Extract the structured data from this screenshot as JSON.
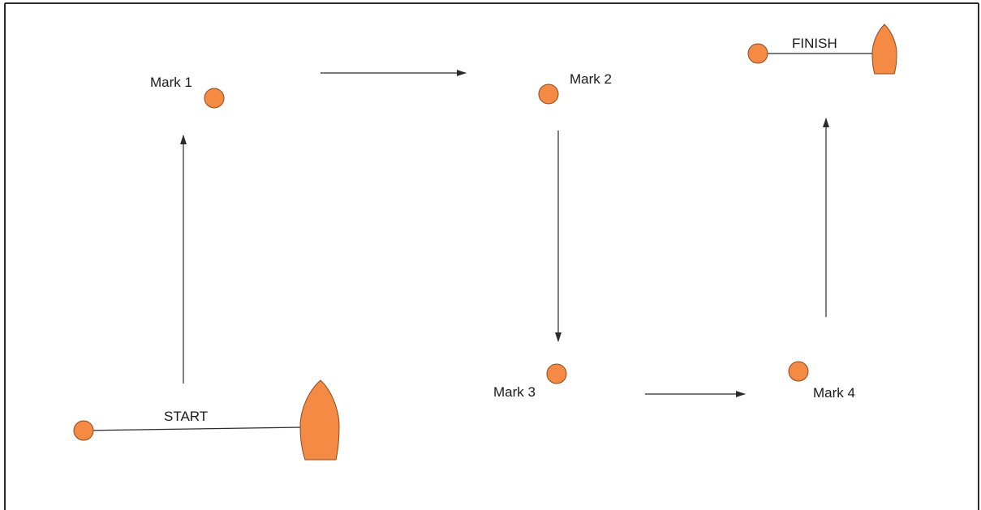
{
  "course": {
    "start_label": "START",
    "finish_label": "FINISH",
    "marks": [
      {
        "label": "Mark 1"
      },
      {
        "label": "Mark 2"
      },
      {
        "label": "Mark 3"
      },
      {
        "label": "Mark 4"
      }
    ]
  },
  "colors": {
    "buoy_fill": "#f58a45",
    "buoy_stroke": "#8a4a22",
    "line": "#2b2b2b",
    "frame": "#2b2b2b"
  },
  "icons": {
    "buoy": "buoy-icon",
    "committee_boat": "boat-icon",
    "arrow": "arrow-icon"
  }
}
